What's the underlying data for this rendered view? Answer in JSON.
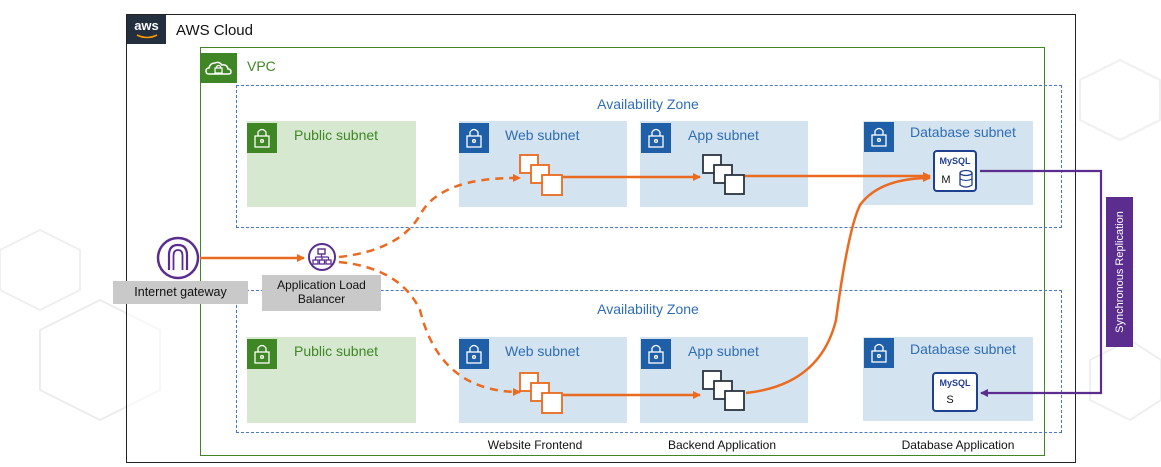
{
  "cloud": {
    "logo": "aws",
    "title": "AWS Cloud"
  },
  "vpc": {
    "title": "VPC"
  },
  "zones": [
    {
      "title": "Availability Zone",
      "subnets": [
        "Public subnet",
        "Web subnet",
        "App subnet",
        "Database subnet"
      ],
      "db": {
        "engine": "MySQL",
        "role": "M"
      }
    },
    {
      "title": "Availability Zone",
      "subnets": [
        "Public subnet",
        "Web subnet",
        "App subnet",
        "Database subnet"
      ],
      "db": {
        "engine": "MySQL",
        "role": "S"
      }
    }
  ],
  "internet_gateway": {
    "label": "Internet gateway",
    "icon": "internet-gateway-icon"
  },
  "load_balancer": {
    "label_line1": "Application Load",
    "label_line2": "Balancer",
    "icon": "load-balancer-icon"
  },
  "replication": {
    "label": "Synchronous Replication"
  },
  "tiers": {
    "web": "Website Frontend",
    "app": "Backend Application",
    "db": "Database Application"
  },
  "colors": {
    "aws_dark": "#232f3e",
    "vpc_green": "#3f8624",
    "az_blue": "#4a78c2",
    "flow_orange": "#ea6a1f",
    "replication_purple": "#5a2d8f",
    "public_subnet": "#d6e9d0",
    "private_subnet": "#d3e3f0"
  }
}
